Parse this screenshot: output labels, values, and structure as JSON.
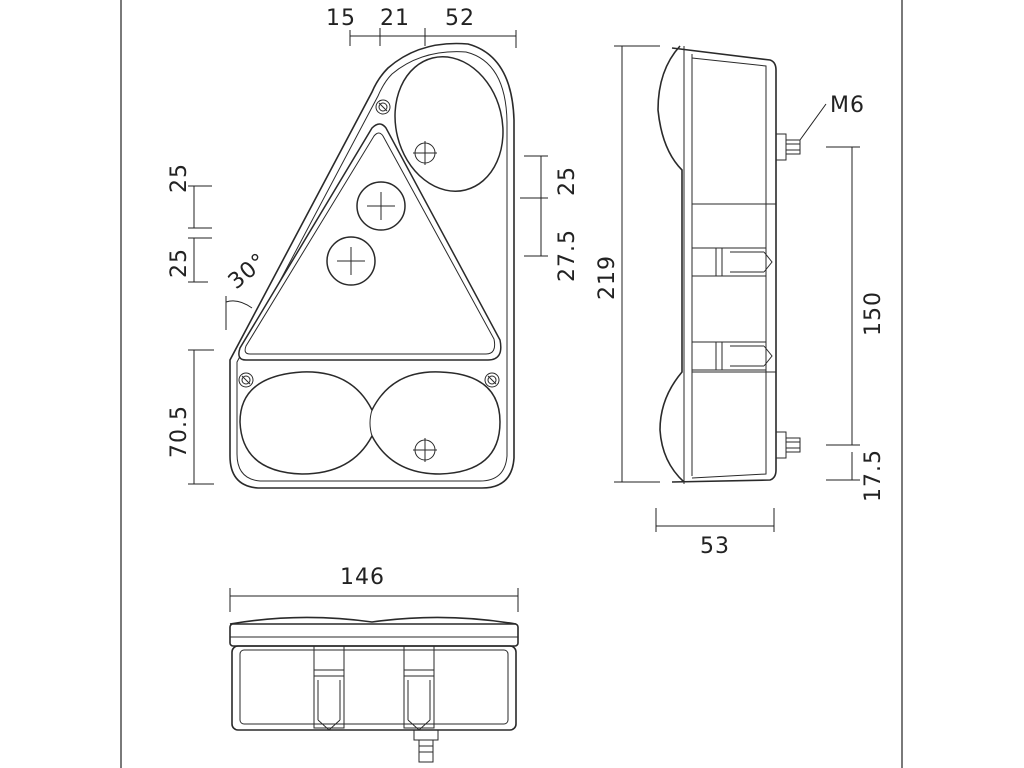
{
  "dimensions": {
    "top_a": "15",
    "top_b": "21",
    "top_c": "52",
    "left_upper": "25",
    "left_lower": "25",
    "angle": "30°",
    "left_bottom": "70.5",
    "right_upper": "25",
    "right_lower": "27.5",
    "height_total": "219",
    "side_thread": "M6",
    "side_pitch": "150",
    "side_offset": "17.5",
    "side_depth": "53",
    "bottom_width": "146"
  }
}
